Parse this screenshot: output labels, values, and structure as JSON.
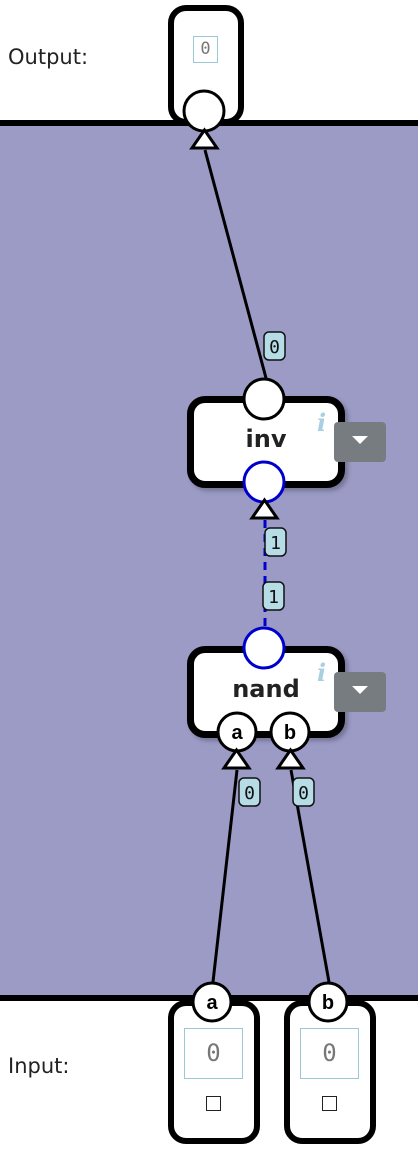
{
  "output_label": "Output:",
  "input_label": "Input:",
  "output_value": "0",
  "inputs": [
    {
      "pin": "a",
      "value": "0",
      "checkbox": "unchecked"
    },
    {
      "pin": "b",
      "value": "0",
      "checkbox": "unchecked"
    }
  ],
  "gates": [
    {
      "title": "inv",
      "info": "i"
    },
    {
      "title": "nand",
      "info": "i",
      "inputs": [
        "a",
        "b"
      ]
    }
  ],
  "wire_values": {
    "inv_to_output": "0",
    "nand_to_inv_top": "1",
    "nand_to_inv_bottom": "1",
    "input_a_to_nand": "0",
    "input_b_to_nand": "0"
  },
  "colors": {
    "canvas": "#9b9bc6",
    "active_wire": "#0000cc",
    "wire": "#000000",
    "value_tag": "#b6dce6",
    "menu_button": "#777c80"
  },
  "icons": [
    "dropdown-caret-icon",
    "info-icon",
    "checkbox-icon"
  ]
}
